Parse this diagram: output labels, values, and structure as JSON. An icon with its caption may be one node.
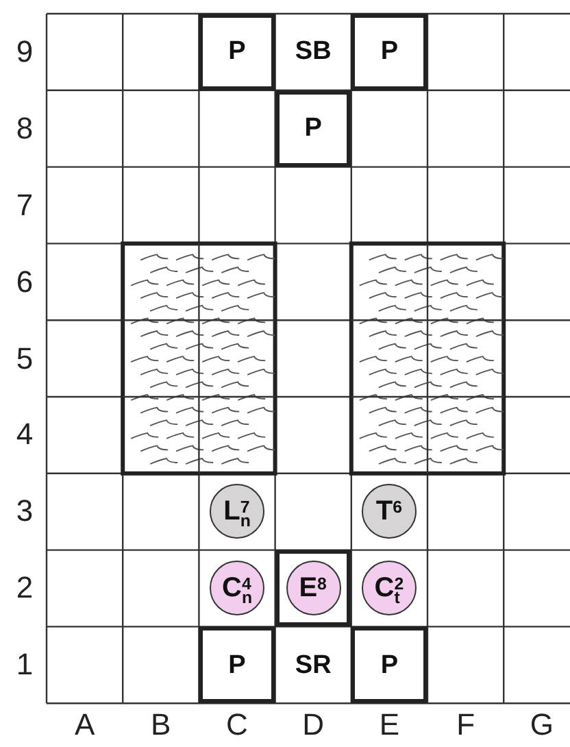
{
  "diagram": {
    "nodes": [
      {
        "text": [
          "P"
        ]
      },
      {
        "text": [
          "SB"
        ]
      },
      {
        "text": [
          "P"
        ]
      },
      {
        "text": [
          "P"
        ]
      },
      {
        "text": [
          "L$^{7}$$_{n}$"
        ]
      },
      {
        "text": [
          "T$^{6}$"
        ]
      },
      {
        "text": [
          "C$^{4}$$_{n}$"
        ]
      },
      {
        "text": [],
        "shape": "box"
      },
      {
        "text": [
          "E$^{8}$"
        ],
        "in": 7
      },
      {
        "text": [
          "C$^{2}$$_{t}$"
        ]
      },
      {
        "text": [
          "P"
        ]
      },
      {
        "text": [
          "SR"
        ]
      },
      {
        "text": [
          "P"
        ]
      }
    ],
    "labels": [
      "9",
      "8",
      "7",
      "6",
      "5",
      "4",
      "3",
      "2",
      "1",
      "A",
      "B",
      "C",
      "D",
      "E",
      "F",
      "G"
    ]
  }
}
